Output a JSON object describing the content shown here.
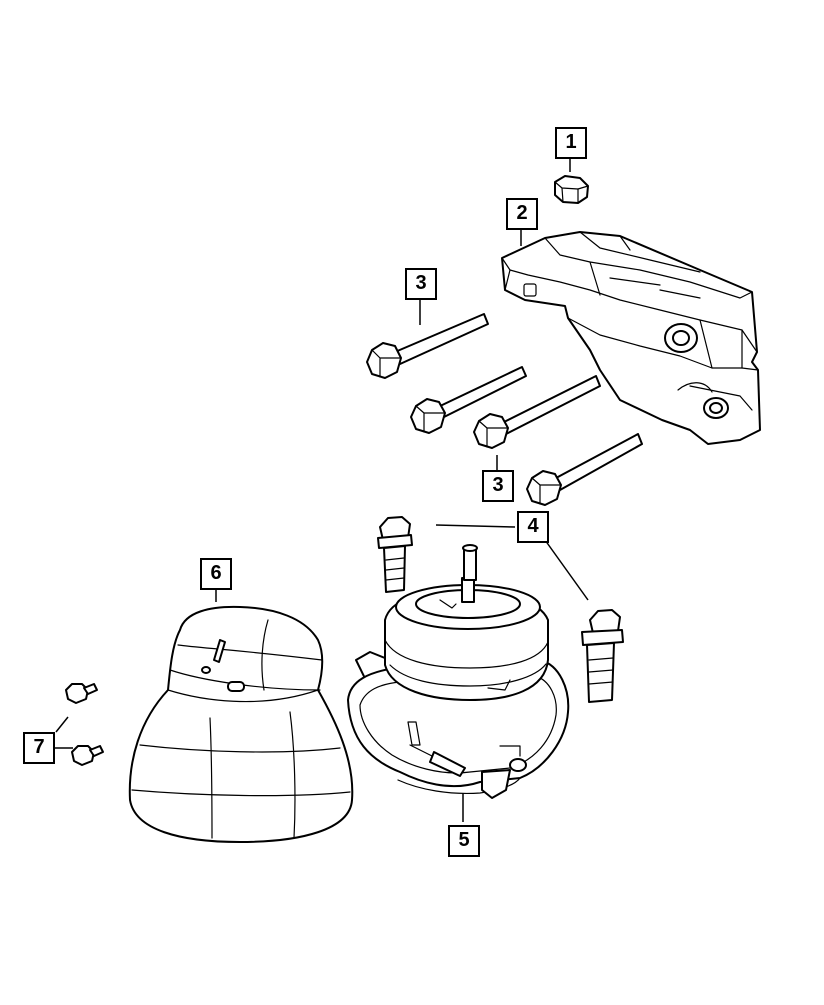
{
  "callouts": [
    {
      "id": "1",
      "label": "1"
    },
    {
      "id": "2",
      "label": "2"
    },
    {
      "id": "3a",
      "label": "3"
    },
    {
      "id": "3b",
      "label": "3"
    },
    {
      "id": "4",
      "label": "4"
    },
    {
      "id": "5",
      "label": "5"
    },
    {
      "id": "6",
      "label": "6"
    },
    {
      "id": "7",
      "label": "7"
    }
  ],
  "parts": [
    {
      "ref": "1",
      "icon": "nut-icon"
    },
    {
      "ref": "2",
      "icon": "mount-bracket-icon"
    },
    {
      "ref": "3",
      "icon": "bolt-icon"
    },
    {
      "ref": "4",
      "icon": "bolt-icon"
    },
    {
      "ref": "5",
      "icon": "engine-mount-icon"
    },
    {
      "ref": "6",
      "icon": "heat-shield-icon"
    },
    {
      "ref": "7",
      "icon": "bolt-icon"
    }
  ]
}
